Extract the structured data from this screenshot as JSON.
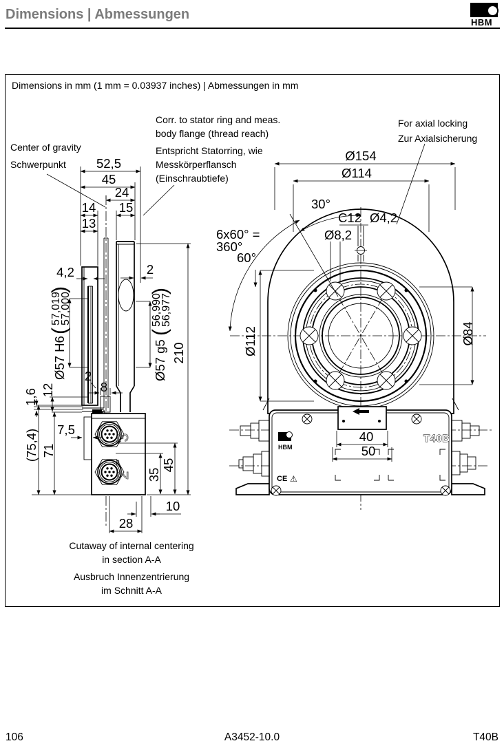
{
  "header": {
    "title": "Dimensions | Abmessungen",
    "logo": "HBM"
  },
  "figure": {
    "title": "Dimensions in mm (1 mm = 0.03937 inches) | Abmessungen in mm",
    "annotations": {
      "center_of_gravity": {
        "en": "Center of gravity",
        "de": "Schwerpunkt"
      },
      "stator": {
        "en1": "Corr. to stator ring and meas.",
        "en2": "body flange (thread reach)",
        "de1": "Entspricht Statorring, wie",
        "de2": "Messkörperflansch",
        "de3": "(Einschraubtiefe)"
      },
      "axial": {
        "en": "For axial locking",
        "de": "Zur Axialsicherung"
      },
      "caption": {
        "en1": "Cutaway of internal centering",
        "en2": "in section A-A",
        "de1": "Ausbruch Innenzentrierung",
        "de2": "im Schnitt A-A"
      }
    },
    "side_view": {
      "w52_5": "52,5",
      "w45": "45",
      "w24": "24",
      "w14": "14",
      "w15": "15",
      "w13": "13",
      "t4_2": "4,2",
      "t2_right": "2",
      "t2_small": "2",
      "t8": "8",
      "h6_label": "Ø57 H6",
      "h6_upper": "57,019",
      "h6_lower": "57,000",
      "g5_label": "Ø57 g5",
      "g5_upper": "56,990",
      "g5_lower": "56,977",
      "paren_open": "(",
      "paren_close": ")",
      "len210": "210",
      "t1_6": "1,6",
      "t12": "12",
      "t7_5": "7,5",
      "t75_4": "(75,4)",
      "t71": "71",
      "t35": "35",
      "t45": "45",
      "t10": "10",
      "t28": "28",
      "conn_top_label": "3",
      "conn_bottom_label": "2"
    },
    "front_view": {
      "d154": "Ø154",
      "d114": "Ø114",
      "d112": "Ø112",
      "d84": "Ø84",
      "a30": "30°",
      "a60": "60°",
      "a6x60a": "6x60° =",
      "a6x60b": "360°",
      "c12": "C12",
      "d4_2": "Ø4,2",
      "d8_2": "Ø8,2",
      "w40": "40",
      "w50": "50",
      "housing_logo": "HBM",
      "housing_model": "T40B",
      "ce": "CE",
      "warning": "⚠"
    }
  },
  "footer": {
    "page_number": "106",
    "document_number": "A3452-10.0",
    "product": "T40B"
  }
}
